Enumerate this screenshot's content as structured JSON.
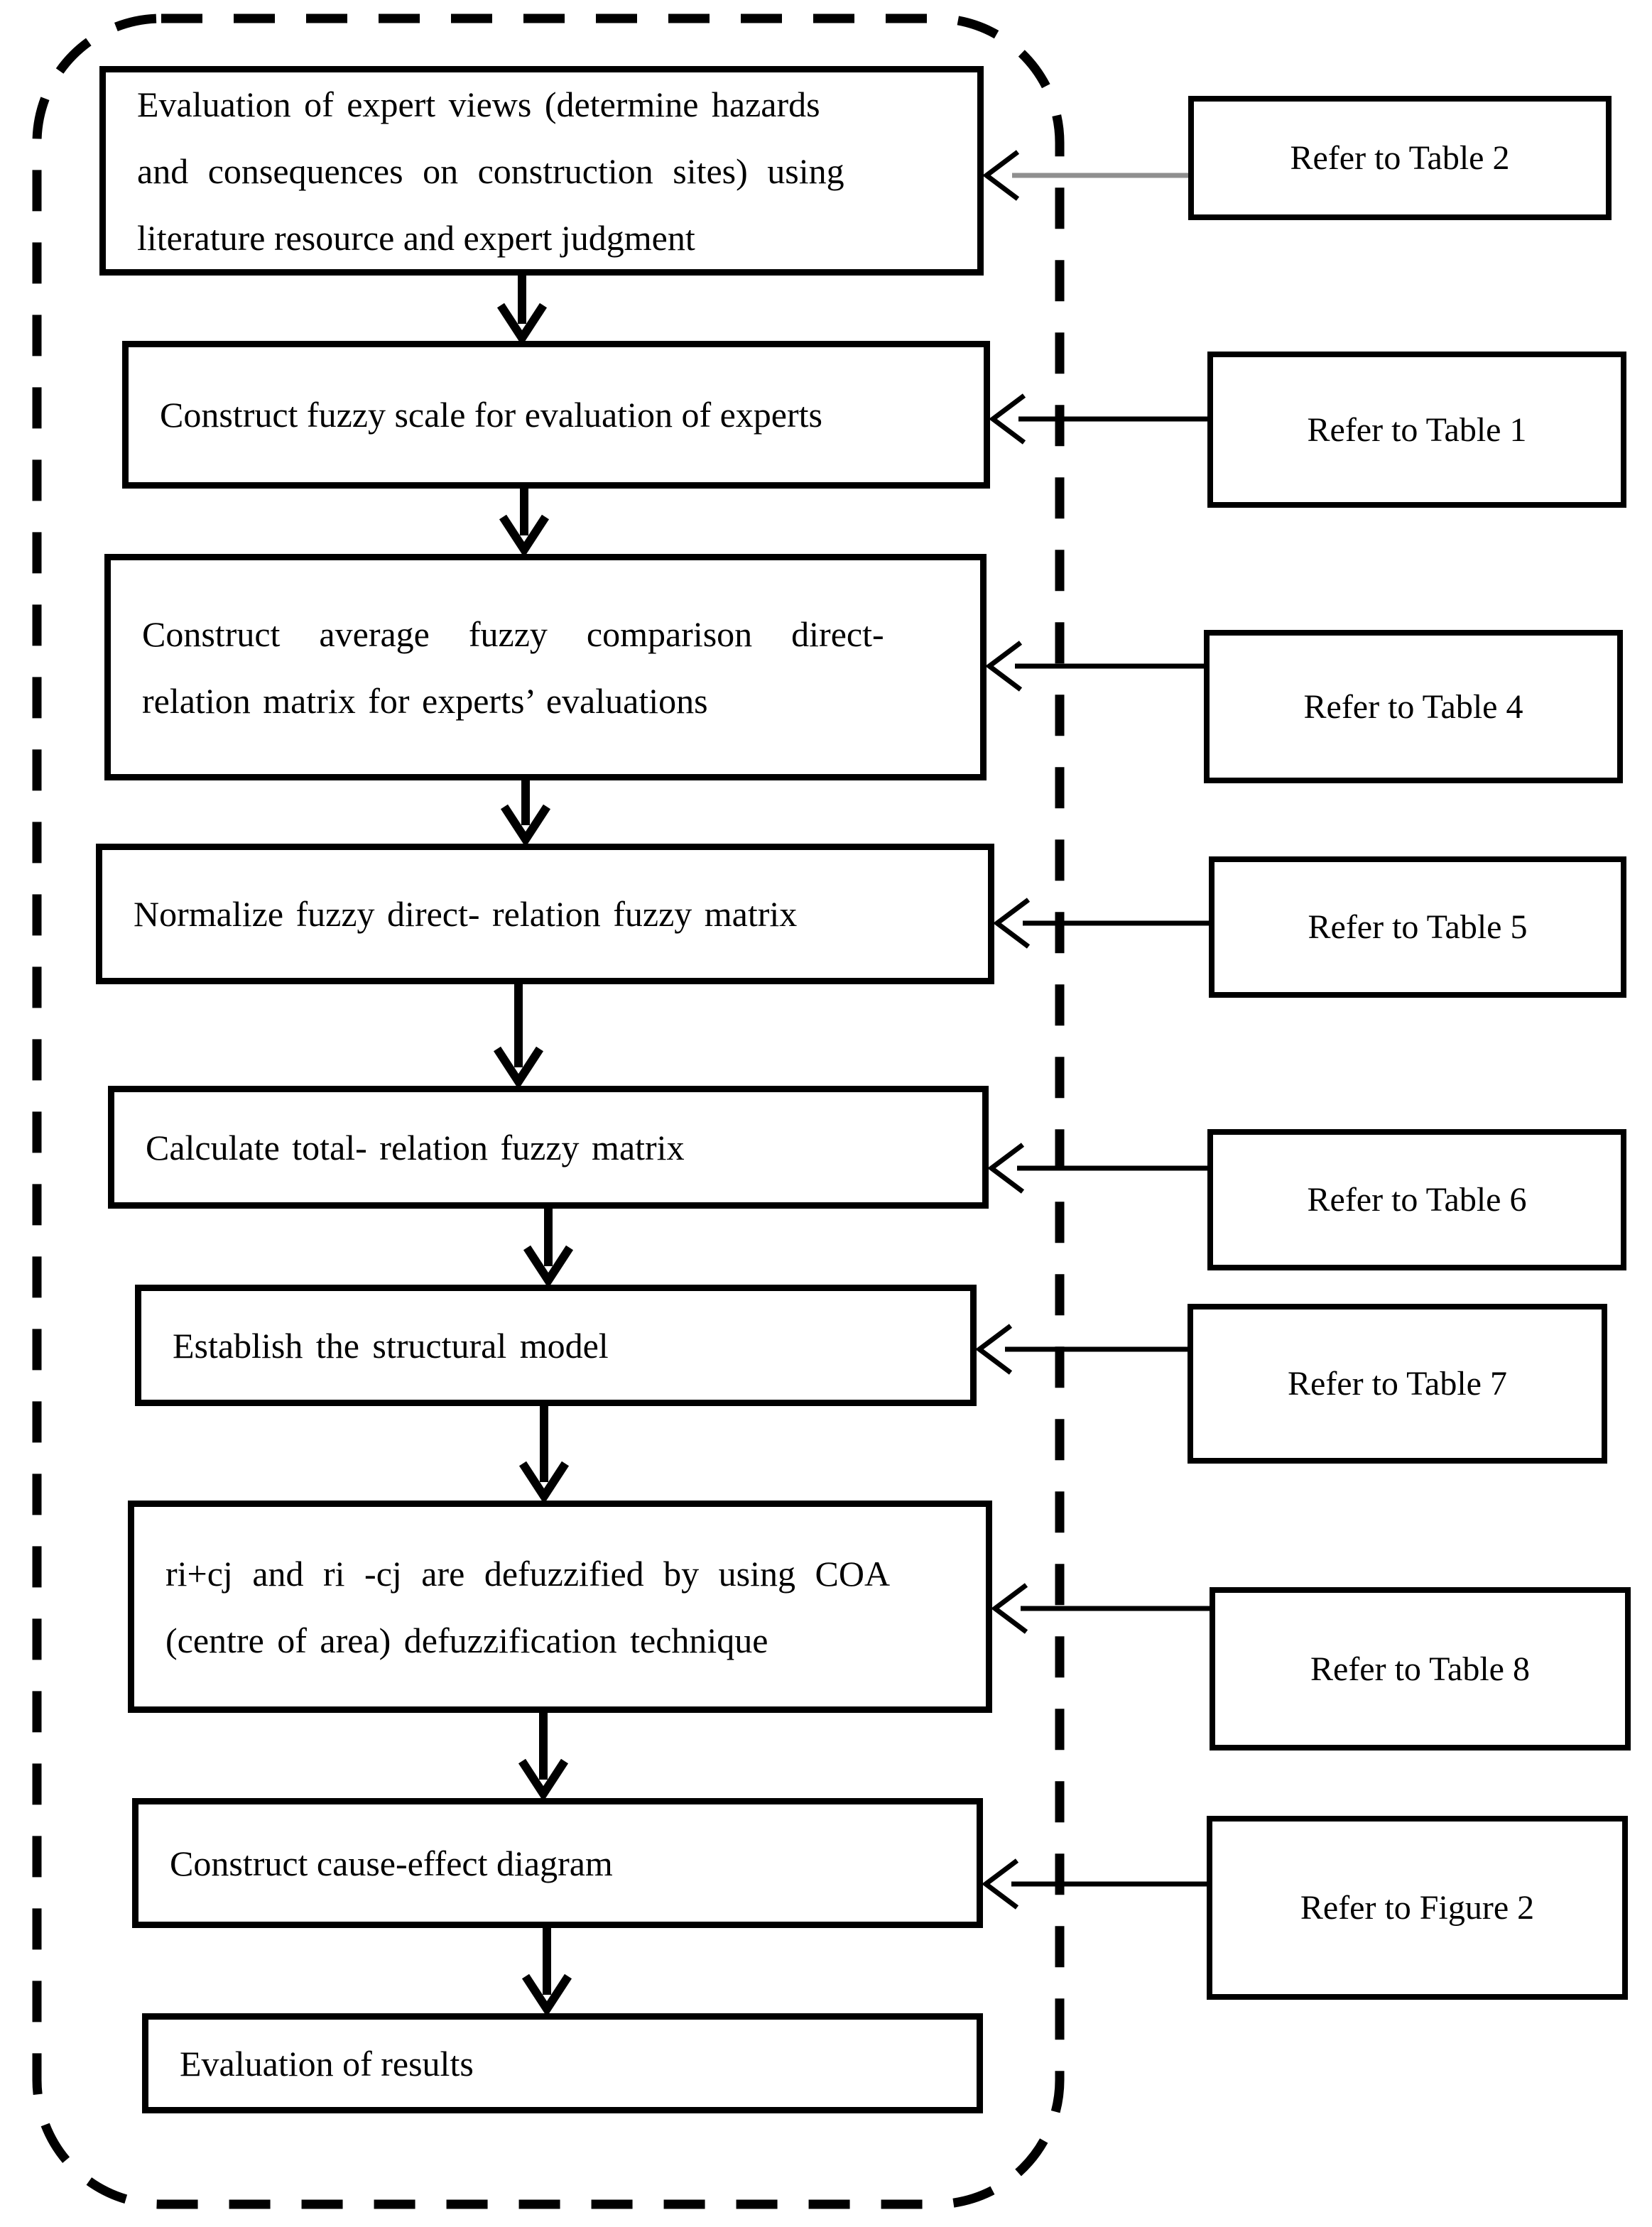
{
  "figure": {
    "colors": {
      "stroke": "#000000",
      "first_connector_line": "#8f8f8f",
      "background": "#ffffff"
    },
    "steps": [
      {
        "lines": [
          "Evaluation of expert views (determine hazards",
          "and consequences on construction sites) using",
          "literature resource and expert judgment"
        ]
      },
      {
        "lines": [
          "Construct fuzzy scale for evaluation of experts"
        ]
      },
      {
        "lines": [
          "Construct average fuzzy comparison direct-",
          "relation matrix for experts’ evaluations"
        ]
      },
      {
        "lines": [
          "Normalize fuzzy direct- relation fuzzy matrix"
        ]
      },
      {
        "lines": [
          "Calculate total- relation fuzzy matrix"
        ]
      },
      {
        "lines": [
          "Establish the structural model"
        ]
      },
      {
        "lines": [
          "ri+cj and ri -cj are defuzzified by using COA",
          "(centre of area) defuzzification technique"
        ]
      },
      {
        "lines": [
          "Construct cause-effect diagram"
        ]
      },
      {
        "lines": [
          "Evaluation of results"
        ]
      }
    ],
    "references": [
      {
        "label": "Refer to Table 2"
      },
      {
        "label": "Refer to Table 1"
      },
      {
        "label": "Refer to Table 4"
      },
      {
        "label": "Refer to Table 5"
      },
      {
        "label": "Refer to Table 6"
      },
      {
        "label": "Refer to Table 7"
      },
      {
        "label": "Refer to Table 8"
      },
      {
        "label": "Refer to Figure 2"
      }
    ]
  }
}
